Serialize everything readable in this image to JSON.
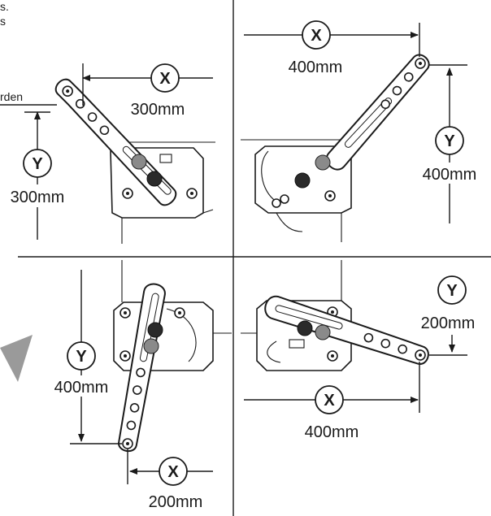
{
  "header_fragment": {
    "line1": "s.",
    "line2": "s"
  },
  "side_fragment": "rden",
  "panels": {
    "top_left": {
      "x_symbol": "X",
      "x_value": "300mm",
      "y_symbol": "Y",
      "y_value": "300mm"
    },
    "top_right": {
      "x_symbol": "X",
      "x_value": "400mm",
      "y_symbol": "Y",
      "y_value": "400mm"
    },
    "bottom_left": {
      "x_symbol": "X",
      "x_value": "200mm",
      "y_symbol": "Y",
      "y_value": "400mm"
    },
    "bottom_right": {
      "x_symbol": "X",
      "x_value": "400mm",
      "y_symbol": "Y",
      "y_value": "200mm"
    }
  },
  "colors": {
    "line": "#1a1a1a",
    "knob_dark": "#2a2a2a",
    "knob_grey": "#8a8a8a",
    "arrow_accent": "#9a9a9a"
  }
}
